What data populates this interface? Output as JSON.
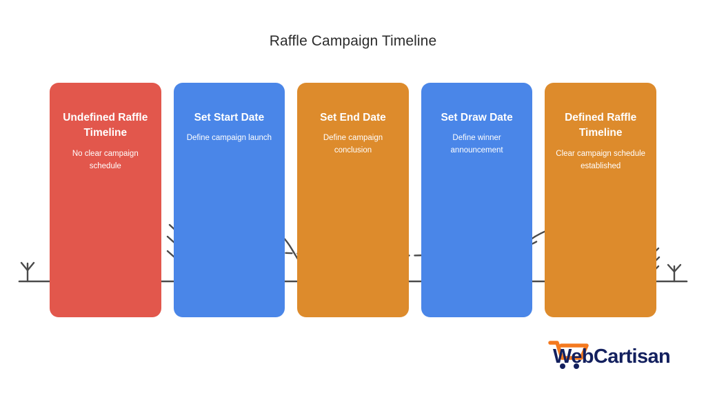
{
  "page": {
    "title": "Raffle Campaign Timeline",
    "background_color": "#ffffff"
  },
  "colors": {
    "red": "#e2574c",
    "blue": "#4a86e8",
    "orange": "#dd8b2c",
    "line": "#4a4a4a",
    "title_text": "#2b2b2b",
    "card_text": "#ffffff",
    "logo_navy": "#13205e",
    "logo_orange": "#f4791f"
  },
  "cards": [
    {
      "title": "Undefined Raffle Timeline",
      "description": "No clear campaign schedule",
      "color": "#e2574c",
      "name": "undefined-raffle-timeline"
    },
    {
      "title": "Set Start Date",
      "description": "Define campaign launch",
      "color": "#4a86e8",
      "name": "set-start-date"
    },
    {
      "title": "Set End Date",
      "description": "Define campaign conclusion",
      "color": "#dd8b2c",
      "name": "set-end-date"
    },
    {
      "title": "Set Draw Date",
      "description": "Define winner announcement",
      "color": "#4a86e8",
      "name": "set-draw-date"
    },
    {
      "title": "Defined Raffle Timeline",
      "description": "Clear campaign schedule established",
      "color": "#dd8b2c",
      "name": "defined-raffle-timeline"
    }
  ],
  "illustration": {
    "elements": [
      "pine-trees-left",
      "hiker-figure",
      "dashed-trail-path",
      "mountain-ridges",
      "summit-flag",
      "pine-trees-right",
      "ground-line"
    ]
  },
  "logo": {
    "text": "WebCartisan",
    "icon": "shopping-cart-icon"
  }
}
